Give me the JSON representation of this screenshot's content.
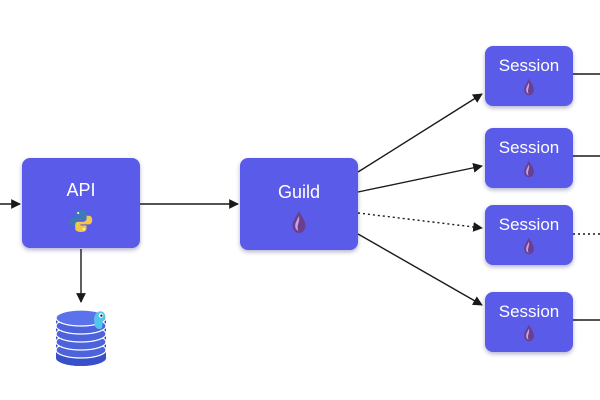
{
  "nodes": {
    "api": {
      "label": "API",
      "icon": "python-logo-icon"
    },
    "guild": {
      "label": "Guild",
      "icon": "elixir-drop-icon"
    },
    "sessions": [
      {
        "label": "Session",
        "icon": "elixir-drop-icon"
      },
      {
        "label": "Session",
        "icon": "elixir-drop-icon"
      },
      {
        "label": "Session",
        "icon": "elixir-drop-icon"
      },
      {
        "label": "Session",
        "icon": "elixir-drop-icon"
      }
    ]
  },
  "database": {
    "icon": "scylladb-database-icon"
  },
  "connections": [
    {
      "from": "offscreen-left",
      "to": "api",
      "style": "solid"
    },
    {
      "from": "api",
      "to": "guild",
      "style": "solid"
    },
    {
      "from": "api",
      "to": "database",
      "style": "solid"
    },
    {
      "from": "guild",
      "to": "session-1",
      "style": "solid"
    },
    {
      "from": "guild",
      "to": "session-2",
      "style": "solid"
    },
    {
      "from": "guild",
      "to": "session-3",
      "style": "dotted"
    },
    {
      "from": "guild",
      "to": "session-4",
      "style": "solid"
    },
    {
      "from": "session-1",
      "to": "offscreen-right",
      "style": "solid"
    },
    {
      "from": "session-2",
      "to": "offscreen-right",
      "style": "solid"
    },
    {
      "from": "session-3",
      "to": "offscreen-right",
      "style": "dotted"
    },
    {
      "from": "session-4",
      "to": "offscreen-right",
      "style": "solid"
    }
  ],
  "colors": {
    "node_fill": "#5a5be8",
    "node_text": "#ffffff",
    "connector": "#1a1a1a",
    "background": "#ffffff"
  }
}
